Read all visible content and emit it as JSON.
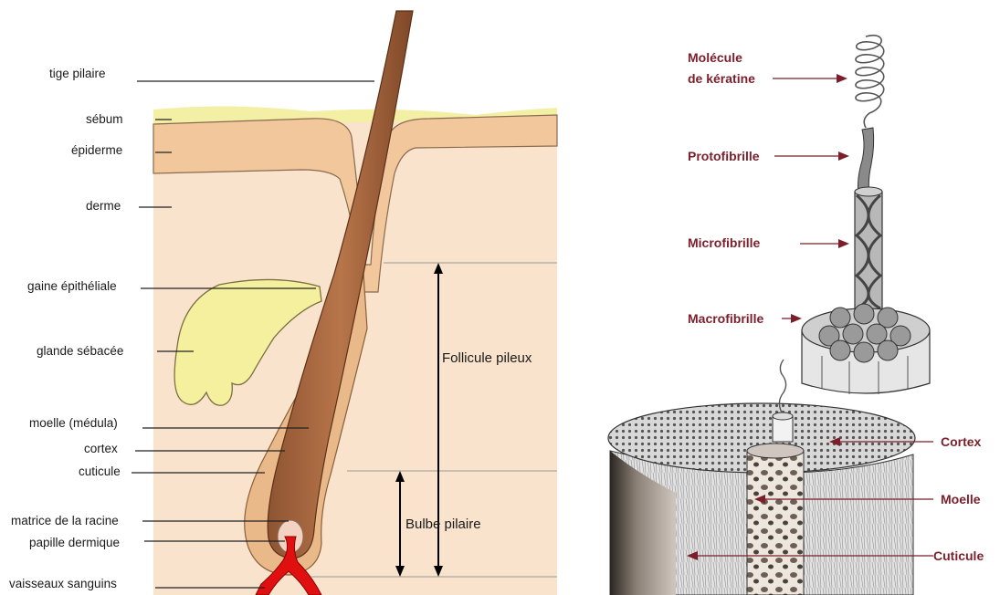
{
  "left_diagram": {
    "labels": {
      "tige_pilaire": "tige pilaire",
      "sebum": "sébum",
      "epiderme": "épiderme",
      "derme": "derme",
      "gaine_epitheliale": "gaine épithéliale",
      "glande_sebacee": "glande sébacée",
      "moelle": "moelle (médula)",
      "cortex": "cortex",
      "cuticule": "cuticule",
      "matrice": "matrice de la racine",
      "papille": "papille dermique",
      "vaisseaux": "vaisseaux sanguins"
    },
    "ranges": {
      "follicule": "Follicule pileux",
      "bulbe": "Bulbe pilaire"
    },
    "colors": {
      "skin": "#f9e3cc",
      "epidermis": "#f2c79c",
      "sebum": "#f3f0a6",
      "gland": "#f4f09e",
      "sheath": "#eab98a",
      "hair": "#a4633c",
      "papilla": "#f3d2c2",
      "blood": "#e01010"
    }
  },
  "right_diagram": {
    "labels": {
      "keratine_line1": "Molécule",
      "keratine_line2": "de kératine",
      "protofibrille": "Protofibrille",
      "microfibrille": "Microfibrille",
      "macrofibrille": "Macrofibrille",
      "cortex": "Cortex",
      "moelle": "Moelle",
      "cuticule": "Cuticule"
    },
    "colors": {
      "label": "#7a1f2b",
      "strand": "#555555"
    }
  }
}
